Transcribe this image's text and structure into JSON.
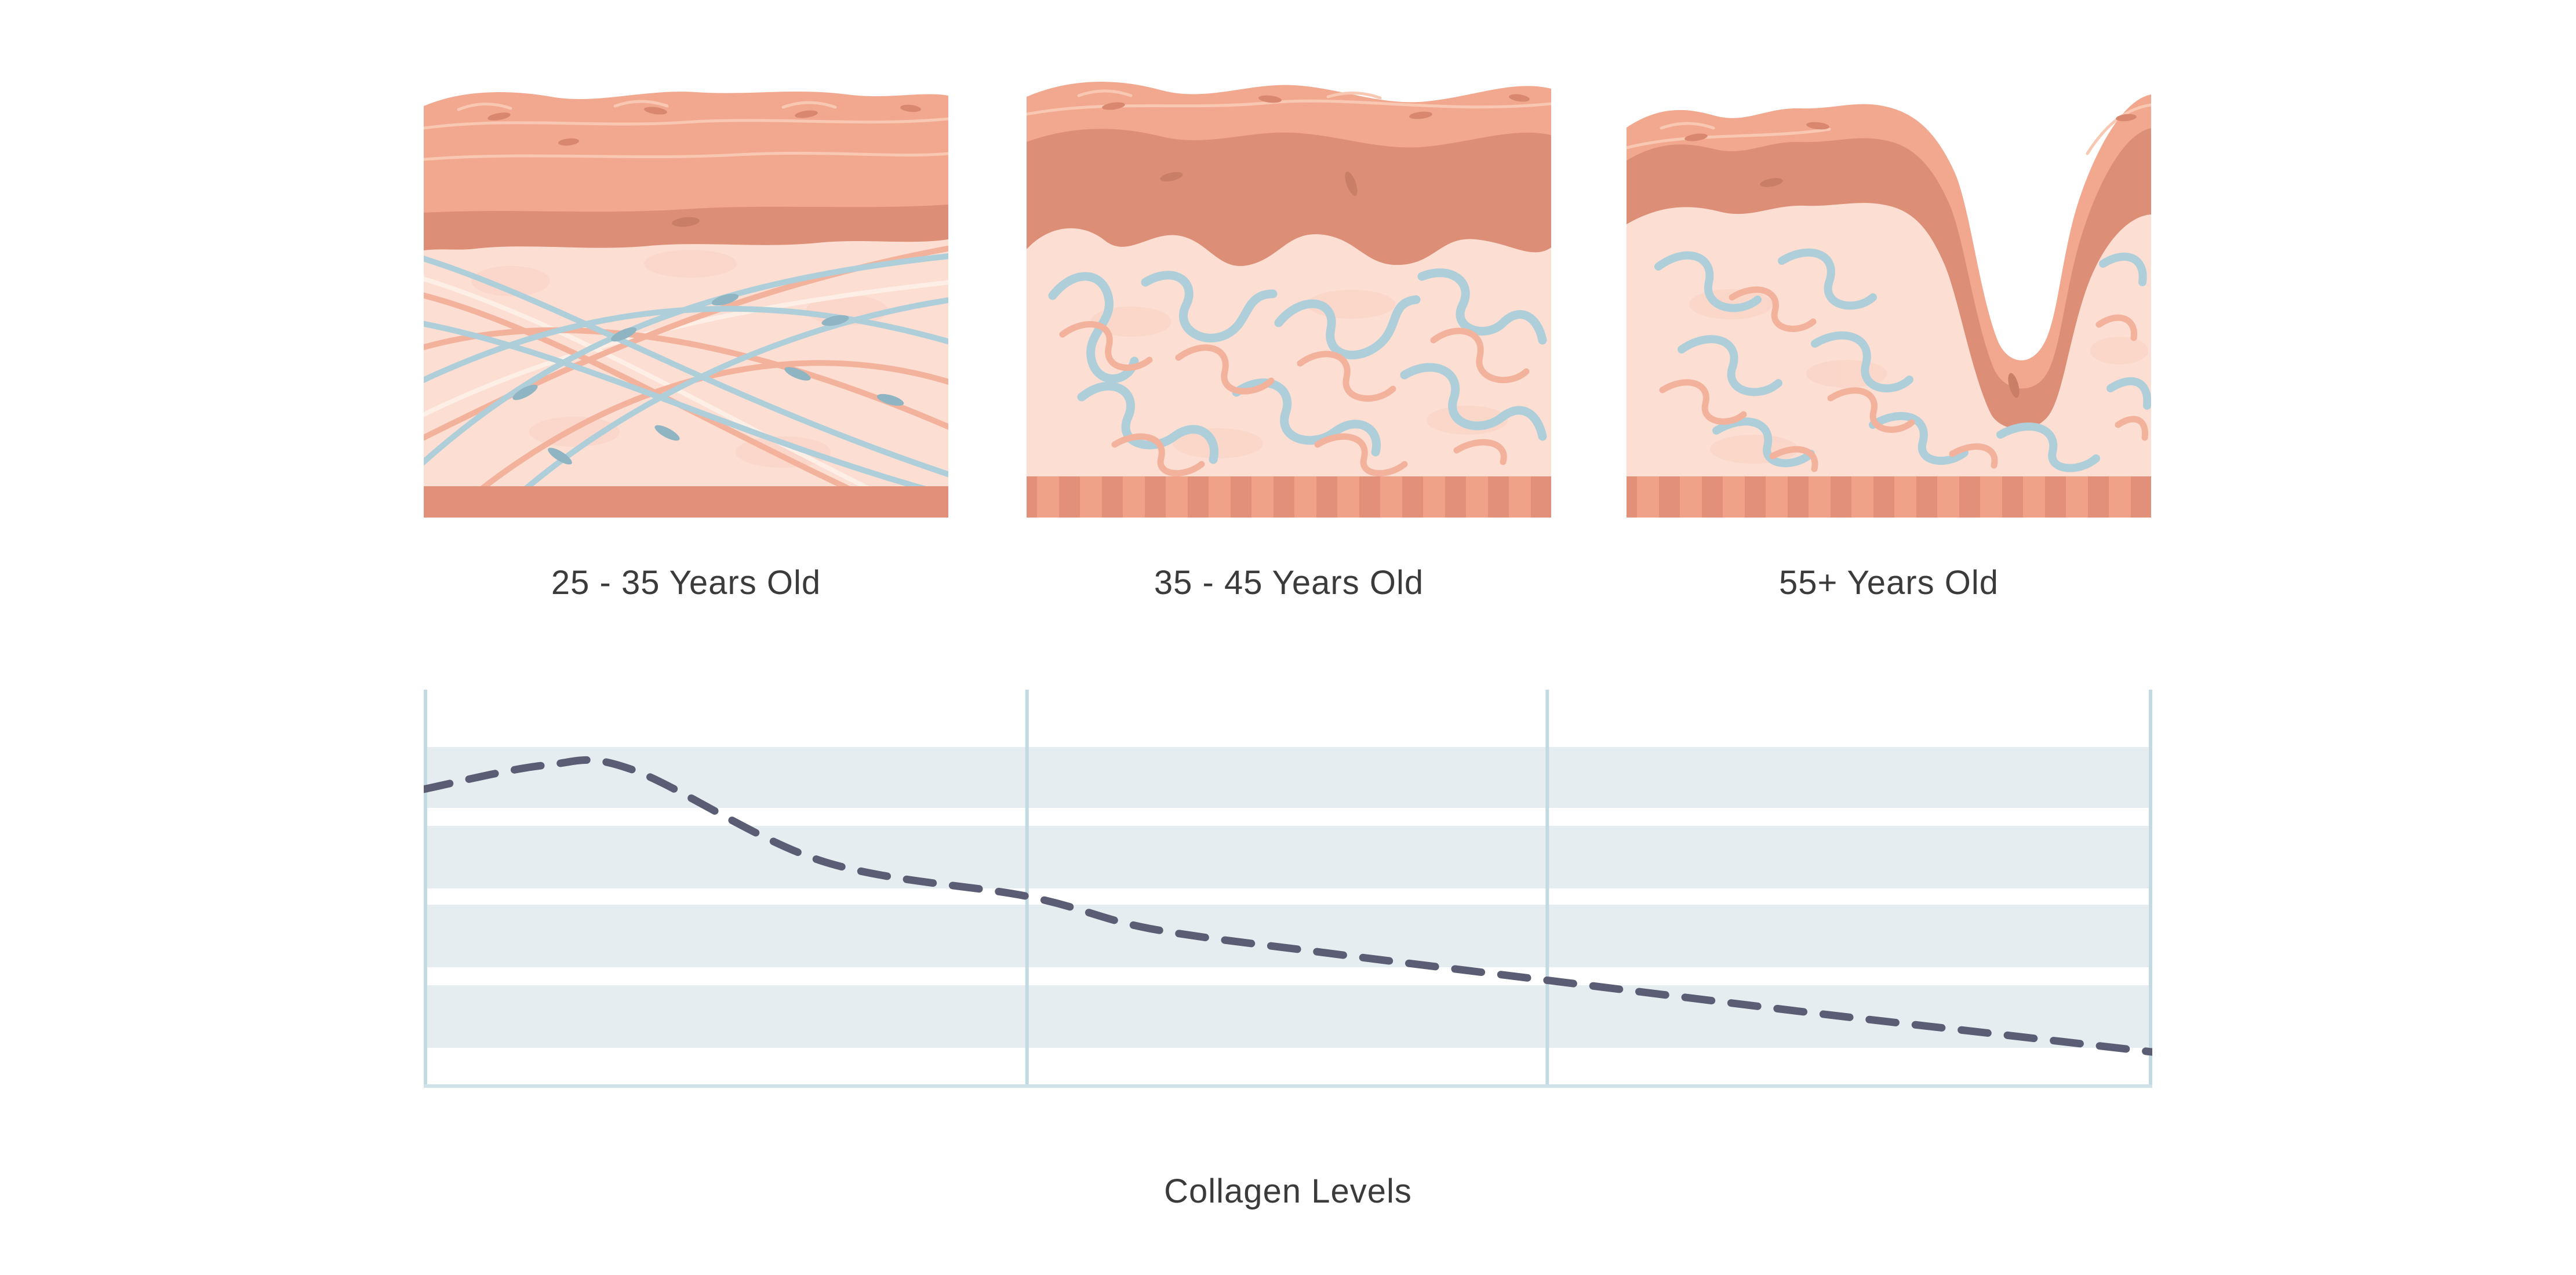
{
  "panels": [
    {
      "id": "young",
      "label": "25 - 35 Years Old"
    },
    {
      "id": "middle",
      "label": "35 - 45 Years Old"
    },
    {
      "id": "older",
      "label": "55+ Years Old"
    }
  ],
  "chart": {
    "caption": "Collagen Levels"
  },
  "chart_data": {
    "type": "line",
    "title": "Collagen Levels",
    "x_sections": [
      "25 - 35 Years Old",
      "35 - 45 Years Old",
      "55+ Years Old"
    ],
    "section_boundaries_pct": [
      0,
      34.9,
      65,
      100
    ],
    "x_pct": [
      0,
      7,
      12,
      23,
      35,
      42,
      52,
      65,
      80,
      90,
      100
    ],
    "values_pct": [
      75,
      81,
      80,
      57,
      48,
      40,
      34,
      27,
      19,
      14,
      9
    ],
    "ylim": [
      0,
      100
    ],
    "line_style": "dashed",
    "line_color": "#5a5d73",
    "band_color": "#e5edf0",
    "grid_color": "#c2dbe2",
    "grid": "horizontal-bands with section dividers",
    "legend": "none"
  },
  "colors": {
    "epidermis": "#f2a88e",
    "epidermis_deep": "#dd8e76",
    "epi_highlight": "#f8c8b3",
    "cell": "#d9876e",
    "cell_deep": "#c97e67",
    "dermis": "#fcded3",
    "dermis_blob": "#fad0c2",
    "fiber_blue": "#aecfda",
    "fiber_salmon": "#f3b29c",
    "fiber_white": "#fdeee6",
    "spindle": "#8fb4c2",
    "base_layer": "#e2907a",
    "base_stripe": "#f0a288",
    "chart_band": "#e5edf0",
    "chart_grid": "#c2dbe2",
    "chart_border": "#cfe2e8",
    "chart_line": "#5a5d73",
    "text": "#3b3b3b"
  }
}
